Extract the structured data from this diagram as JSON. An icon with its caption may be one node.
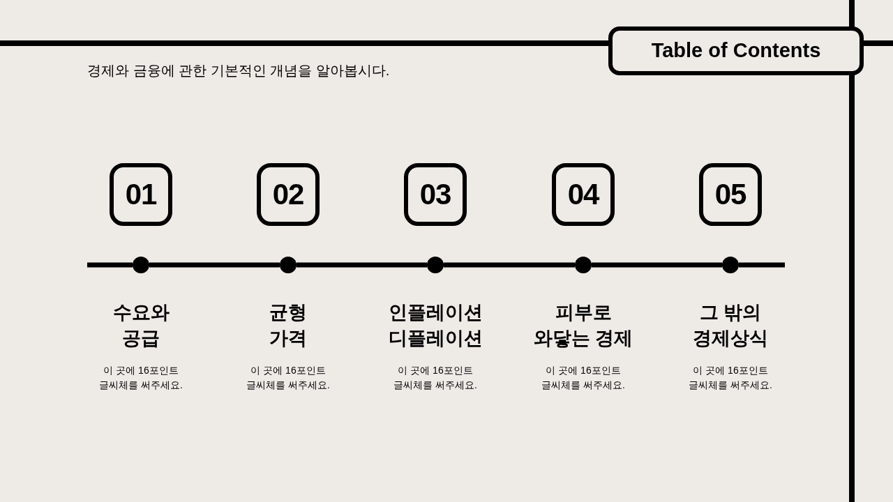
{
  "diagram": {
    "nodes": [
      {
        "text": [
          "Table of Contents"
        ]
      },
      {
        "text": [
          "01"
        ],
        "beside": [
          "수요와 공급",
          "이 곳에 16포인트 글씨체를 써주세요."
        ]
      },
      {
        "text": [
          "02"
        ],
        "beside": [
          "균형 가격",
          "이 곳에 16포인트 글씨체를 써주세요."
        ]
      },
      {
        "text": [
          "03"
        ],
        "beside": [
          "인플레이션 디플레이션",
          "이 곳에 16포인트 글씨체를 써주세요."
        ]
      },
      {
        "text": [
          "04"
        ],
        "beside": [
          "피부로 와닿는 경제",
          "이 곳에 16포인트 글씨체를 써주세요."
        ]
      },
      {
        "text": [
          "05"
        ],
        "beside": [
          "그 밖의 경제상식",
          "이 곳에 16포인트 글씨체를 써주세요."
        ]
      },
      {
        "text": [],
        "shape": "circle"
      },
      {
        "text": [],
        "shape": "circle"
      },
      {
        "text": [],
        "shape": "circle"
      },
      {
        "text": [],
        "shape": "circle"
      },
      {
        "text": [],
        "shape": "circle"
      }
    ],
    "edges": [
      {
        "from": null,
        "to": 6,
        "arrow": "none"
      },
      {
        "from": 6,
        "to": 7,
        "arrow": "none"
      },
      {
        "from": 7,
        "to": 8,
        "arrow": "none"
      },
      {
        "from": 8,
        "to": 9,
        "arrow": "none"
      },
      {
        "from": 9,
        "to": 10,
        "arrow": "none"
      },
      {
        "from": 10,
        "to": null,
        "arrow": "none"
      }
    ],
    "labels": [
      "경제와 금융에 관한 기본적인 개념을 알아봅시다."
    ]
  }
}
